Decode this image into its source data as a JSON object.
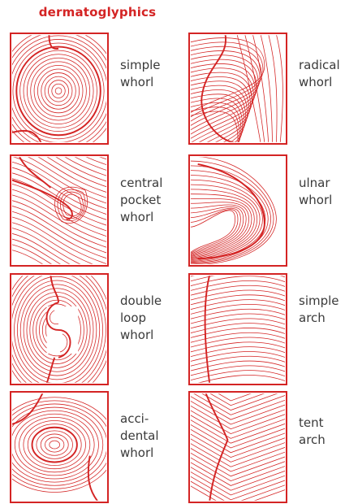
{
  "title": "dermatoglyphics",
  "colors": {
    "ridge": "#d42424",
    "text": "#3a3a3a"
  },
  "patterns": [
    {
      "id": "simple-whorl",
      "lines": [
        "simple",
        "whorl"
      ],
      "icon": "simple-whorl-fingerprint"
    },
    {
      "id": "radical-whorl",
      "lines": [
        "radical",
        "whorl"
      ],
      "icon": "radical-whorl-fingerprint"
    },
    {
      "id": "central-pocket-whorl",
      "lines": [
        "central",
        "pocket",
        "whorl"
      ],
      "icon": "central-pocket-whorl-fingerprint"
    },
    {
      "id": "ulnar-whorl",
      "lines": [
        "ulnar",
        "whorl"
      ],
      "icon": "ulnar-whorl-fingerprint"
    },
    {
      "id": "double-loop-whorl",
      "lines": [
        "double",
        "loop",
        "whorl"
      ],
      "icon": "double-loop-whorl-fingerprint"
    },
    {
      "id": "simple-arch",
      "lines": [
        "simple",
        "arch"
      ],
      "icon": "simple-arch-fingerprint"
    },
    {
      "id": "accidental-whorl",
      "lines": [
        "acci-",
        "dental",
        "whorl"
      ],
      "icon": "accidental-whorl-fingerprint"
    },
    {
      "id": "tent-arch",
      "lines": [
        "tent",
        "arch"
      ],
      "icon": "tent-arch-fingerprint"
    }
  ]
}
